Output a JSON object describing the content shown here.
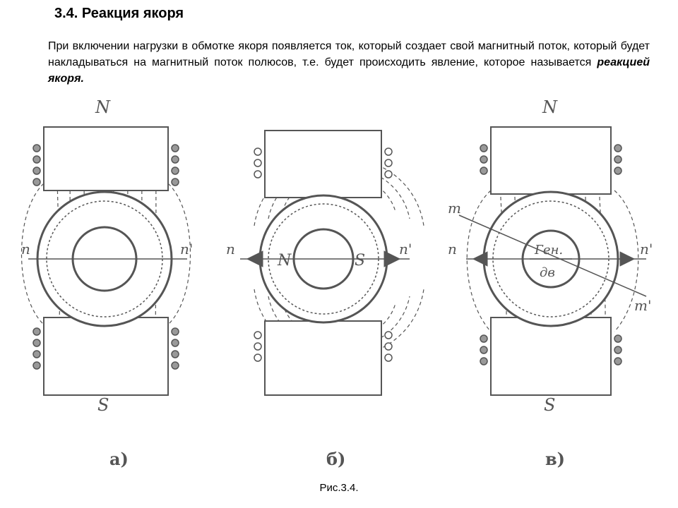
{
  "section": {
    "title": "3.4. Реакция якоря"
  },
  "paragraph": {
    "text": "При включении нагрузки в обмотке якоря появляется ток, который создает свой магнитный поток, который будет накладываться на магнитный поток полюсов, т.е. будет происходить явление, которое называется ",
    "emphasis": "реакцией якоря."
  },
  "figure": {
    "caption": "Рис.3.4.",
    "panels": [
      {
        "id": "a",
        "label": "а)",
        "north": "N",
        "south": "S",
        "left_axis": "n",
        "right_axis": "n'"
      },
      {
        "id": "b",
        "label": "б)",
        "left_axis": "n",
        "right_axis": "n'",
        "left_pole": "N",
        "right_pole": "S"
      },
      {
        "id": "c",
        "label": "в)",
        "north": "N",
        "south": "S",
        "left_axis": "n",
        "right_axis": "n'",
        "axis_m": "m",
        "axis_m2": "m'",
        "hub_top": "Ген.",
        "hub_bottom": "дв"
      }
    ]
  }
}
